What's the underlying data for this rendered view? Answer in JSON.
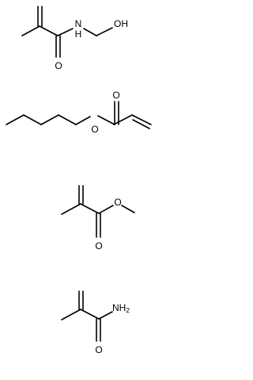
{
  "molecules": [
    {
      "atoms": {
        "nh": "N",
        "h": "H",
        "oh": "OH",
        "o": "O"
      }
    },
    {
      "atoms": {
        "o_ester": "O",
        "o_carbonyl": "O"
      }
    },
    {
      "atoms": {
        "o_ester": "O",
        "o_carbonyl": "O"
      }
    },
    {
      "atoms": {
        "n": "NH",
        "n_sub": "2",
        "o": "O"
      }
    }
  ]
}
